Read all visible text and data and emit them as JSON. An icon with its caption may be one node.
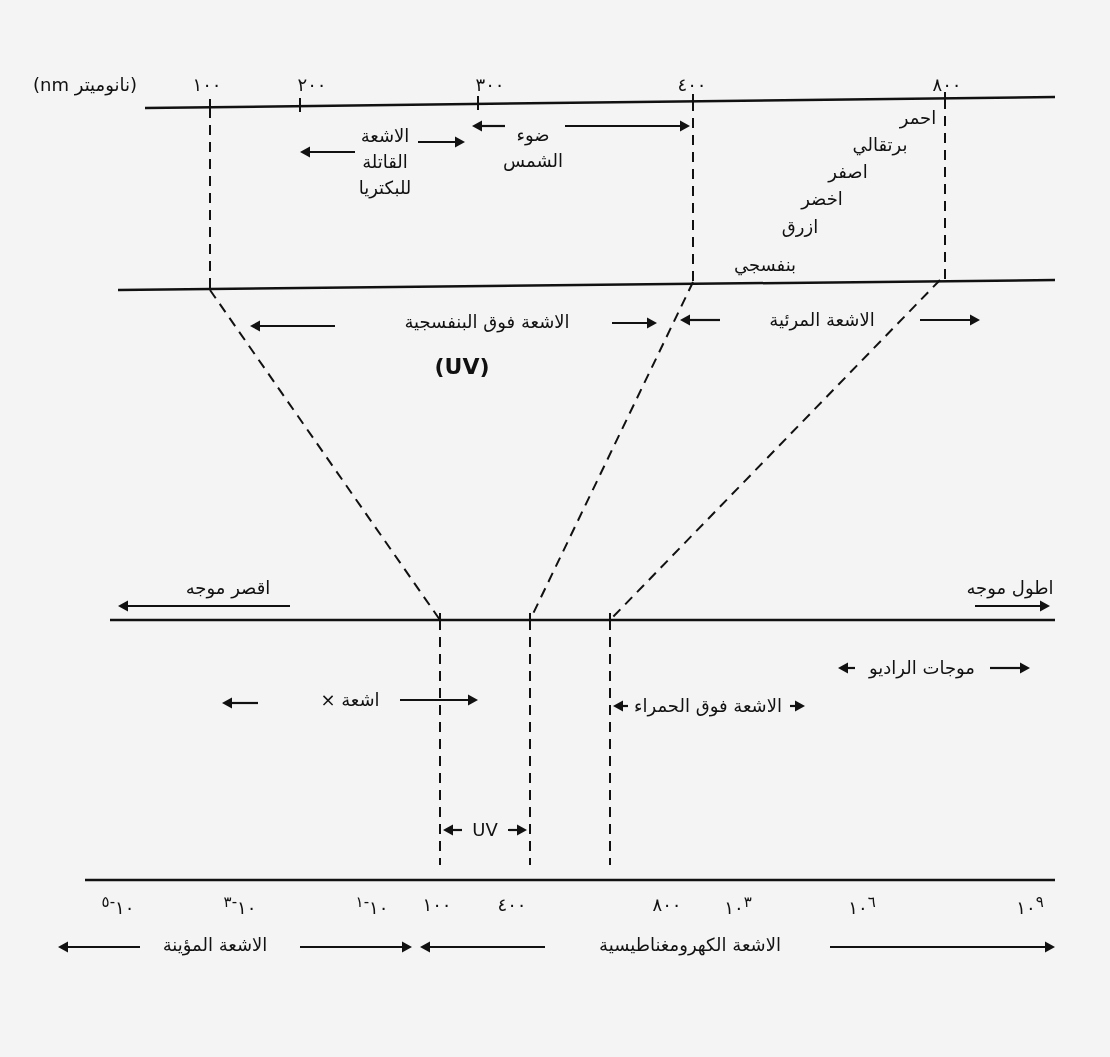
{
  "diagram": {
    "labels": [
      "(نانوميتر nm)",
      "١٠٠",
      "٢٠٠",
      "٣٠٠",
      "٤٠٠",
      "٨٠٠",
      "الاشعة القاتلة للبكتريا",
      "ضوء الشمس",
      "احمر",
      "برتقالي",
      "اصفر",
      "اخضر",
      "ازرق",
      "بنفسجي",
      "الاشعة فوق البنفسجية",
      "(UV)",
      "الاشعة المرئية",
      "اقصر موجه",
      "اطول موجه",
      "موجات الراديو",
      "الاشعة فوق الحمراء",
      "اشعة ×",
      "UV",
      "١٠$^{-٥}$",
      "١٠$^{-٣}$",
      "١٠$^{-١}$",
      "١٠٠",
      "٤٠٠",
      "٨٠٠",
      "١٠$^{٣}$",
      "١٠$^{٦}$",
      "١٠$^{٩}$",
      "الاشعة المؤينة",
      "الاشعة الكهرومغناطيسية"
    ]
  }
}
